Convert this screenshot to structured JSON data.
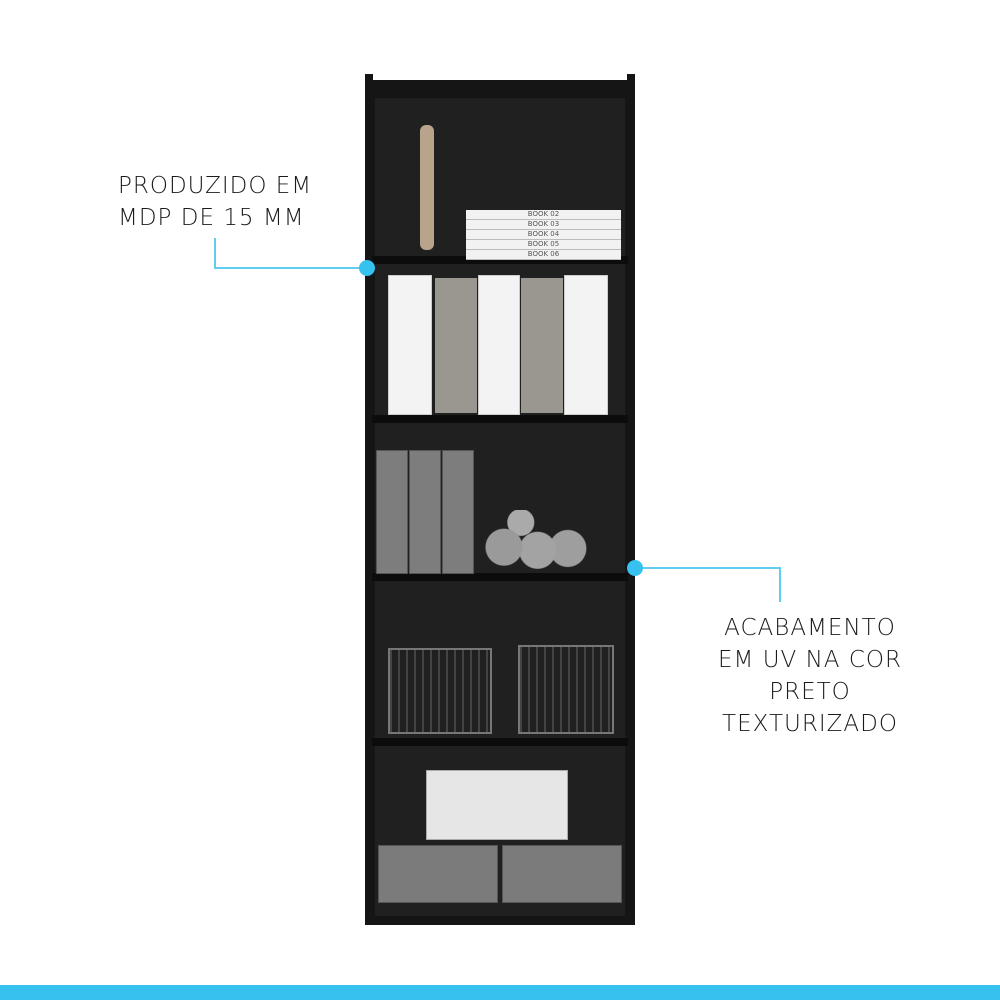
{
  "callouts": [
    {
      "lines": [
        "PRODUZIDO EM",
        "MDP DE 15 MM"
      ]
    },
    {
      "lines": [
        "ACABAMENTO",
        "EM UV NA COR",
        "PRETO TEXTURIZADO"
      ]
    }
  ],
  "books": [
    "BOOK 02",
    "BOOK 03",
    "BOOK 04",
    "BOOK 05",
    "BOOK 06"
  ],
  "colors": {
    "accent": "#37c1ef",
    "furniture": "#151515"
  }
}
